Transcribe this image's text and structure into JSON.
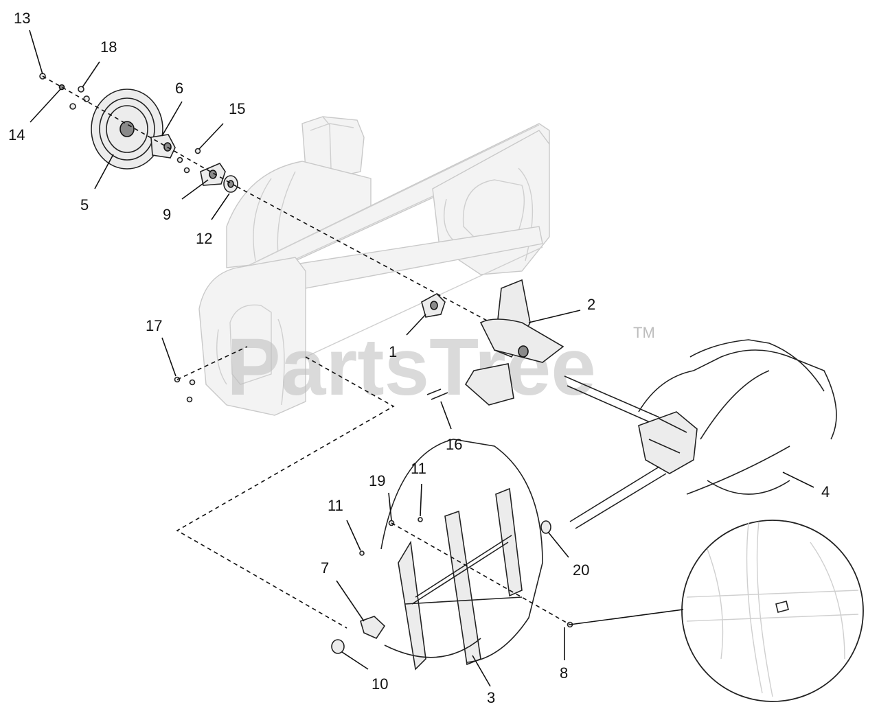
{
  "watermark": {
    "text": "PartsTree",
    "trademark": "TM"
  },
  "callouts": [
    {
      "id": "1",
      "label": "1"
    },
    {
      "id": "2",
      "label": "2"
    },
    {
      "id": "3",
      "label": "3"
    },
    {
      "id": "4",
      "label": "4"
    },
    {
      "id": "5",
      "label": "5"
    },
    {
      "id": "6",
      "label": "6"
    },
    {
      "id": "7",
      "label": "7"
    },
    {
      "id": "8",
      "label": "8"
    },
    {
      "id": "9",
      "label": "9"
    },
    {
      "id": "10",
      "label": "10"
    },
    {
      "id": "11a",
      "label": "11"
    },
    {
      "id": "11b",
      "label": "11"
    },
    {
      "id": "12",
      "label": "12"
    },
    {
      "id": "13",
      "label": "13"
    },
    {
      "id": "14",
      "label": "14"
    },
    {
      "id": "15",
      "label": "15"
    },
    {
      "id": "16",
      "label": "16"
    },
    {
      "id": "17",
      "label": "17"
    },
    {
      "id": "18",
      "label": "18"
    },
    {
      "id": "19",
      "label": "19"
    },
    {
      "id": "20",
      "label": "20"
    }
  ]
}
